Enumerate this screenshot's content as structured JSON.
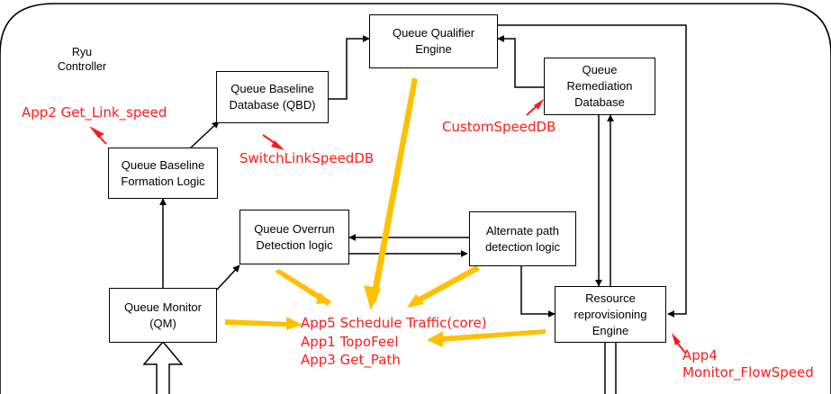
{
  "diagram": {
    "container_label": [
      "Ryu",
      "Controller"
    ],
    "boxes": {
      "queue_qualifier_engine": [
        "Queue Qualifier",
        "Engine"
      ],
      "queue_baseline_database": [
        "Queue Baseline",
        "Database (QBD)"
      ],
      "queue_remediation_database": [
        "Queue",
        "Remediation",
        "Database"
      ],
      "queue_baseline_formation_logic": [
        "Queue Baseline",
        "Formation Logic"
      ],
      "queue_overrun_detection_logic": [
        "Queue Overrun",
        "Detection logic"
      ],
      "alternate_path_detection_logic": [
        "Alternate path",
        "detection logic"
      ],
      "queue_monitor": [
        "Queue Monitor",
        "(QM)"
      ],
      "resource_reprovisioning_engine": [
        "Resource",
        "reprovisioning",
        "Engine"
      ]
    },
    "annotations": {
      "app2": "App2 Get_Link_speed",
      "switch_link_speed_db": "SwitchLinkSpeedDB",
      "custom_speed_db": "CustomSpeedDB",
      "app5": "App5 Schedule Traffic(core)",
      "app1": "App1 TopoFeel",
      "app3": "App3 Get_Path",
      "app4": [
        "App4",
        "Monitor_FlowSpeed"
      ]
    },
    "colors": {
      "annotation_text": "#ff1a1a",
      "annotation_arrow": "#ff1a1a",
      "pointer_arrow": "#ffc000",
      "box_border": "#000000"
    }
  }
}
